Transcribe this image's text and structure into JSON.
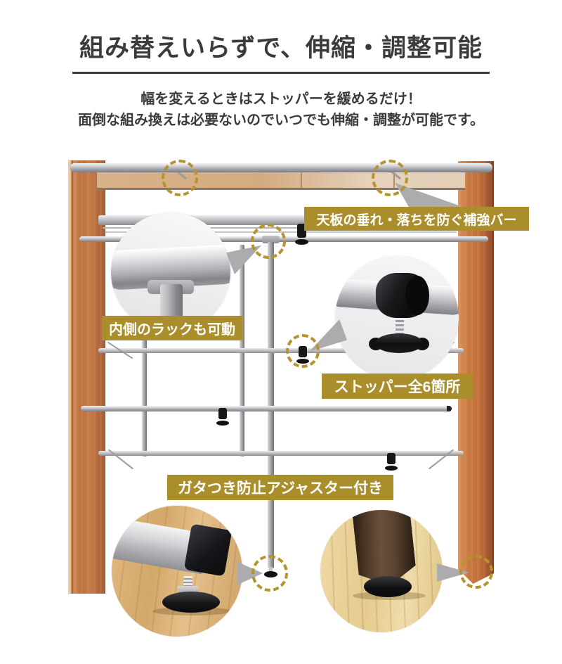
{
  "header": {
    "title": "組み替えいらずで、伸縮・調整可能",
    "subtitle1": "幅を変えるときはストッパーを緩めるだけ！",
    "subtitle2": "面倒な組み換えは必要ないのでいつでも伸縮・調整が可能です。"
  },
  "callouts": [
    {
      "id": "reinforce-bar",
      "label": "天板の垂れ・落ちを防ぐ補強バー"
    },
    {
      "id": "inner-rack",
      "label": "内側のラックも可動"
    },
    {
      "id": "stopper",
      "label": "ストッパー全6箇所"
    },
    {
      "id": "adjuster",
      "label": "ガタつき防止アジャスター付き"
    }
  ],
  "colors": {
    "accent_gold": "#a98e2b",
    "highlight_dashed_gold": "#b6932d",
    "text_dark": "#3b3b3b",
    "label_text": "#ffffff",
    "wood_brown": "#c0713d",
    "metal_silver": "#b0b0b5",
    "arrow_gray": "#acacae"
  }
}
